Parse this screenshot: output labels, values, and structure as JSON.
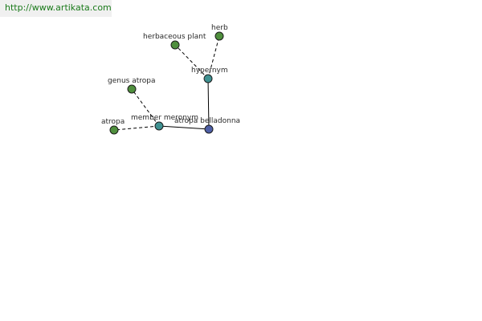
{
  "site": {
    "url_text": "http://www.artikata.com"
  },
  "graph": {
    "center_label": "atropa belladonna",
    "nodes": [
      {
        "id": "atropa-belladonna",
        "label": "atropa belladonna",
        "color": "#4e5fa6",
        "kind": "center"
      },
      {
        "id": "hypernym",
        "label": "hypernym",
        "color": "#3f9191",
        "kind": "relation"
      },
      {
        "id": "member-meronym",
        "label": "member meronym",
        "color": "#3f9191",
        "kind": "relation"
      },
      {
        "id": "herbaceous-plant",
        "label": "herbaceous plant",
        "color": "#4f8f3d",
        "kind": "term"
      },
      {
        "id": "herb",
        "label": "herb",
        "color": "#4f8f3d",
        "kind": "term"
      },
      {
        "id": "genus-atropa",
        "label": "genus atropa",
        "color": "#4f8f3d",
        "kind": "term"
      },
      {
        "id": "atropa",
        "label": "atropa",
        "color": "#4f8f3d",
        "kind": "term"
      }
    ],
    "edges": [
      {
        "from": "atropa-belladonna",
        "to": "hypernym",
        "style": "solid"
      },
      {
        "from": "atropa-belladonna",
        "to": "member-meronym",
        "style": "solid"
      },
      {
        "from": "hypernym",
        "to": "herbaceous-plant",
        "style": "dashed"
      },
      {
        "from": "hypernym",
        "to": "herb",
        "style": "dashed"
      },
      {
        "from": "member-meronym",
        "to": "genus-atropa",
        "style": "dashed"
      },
      {
        "from": "member-meronym",
        "to": "atropa",
        "style": "dashed"
      }
    ]
  }
}
